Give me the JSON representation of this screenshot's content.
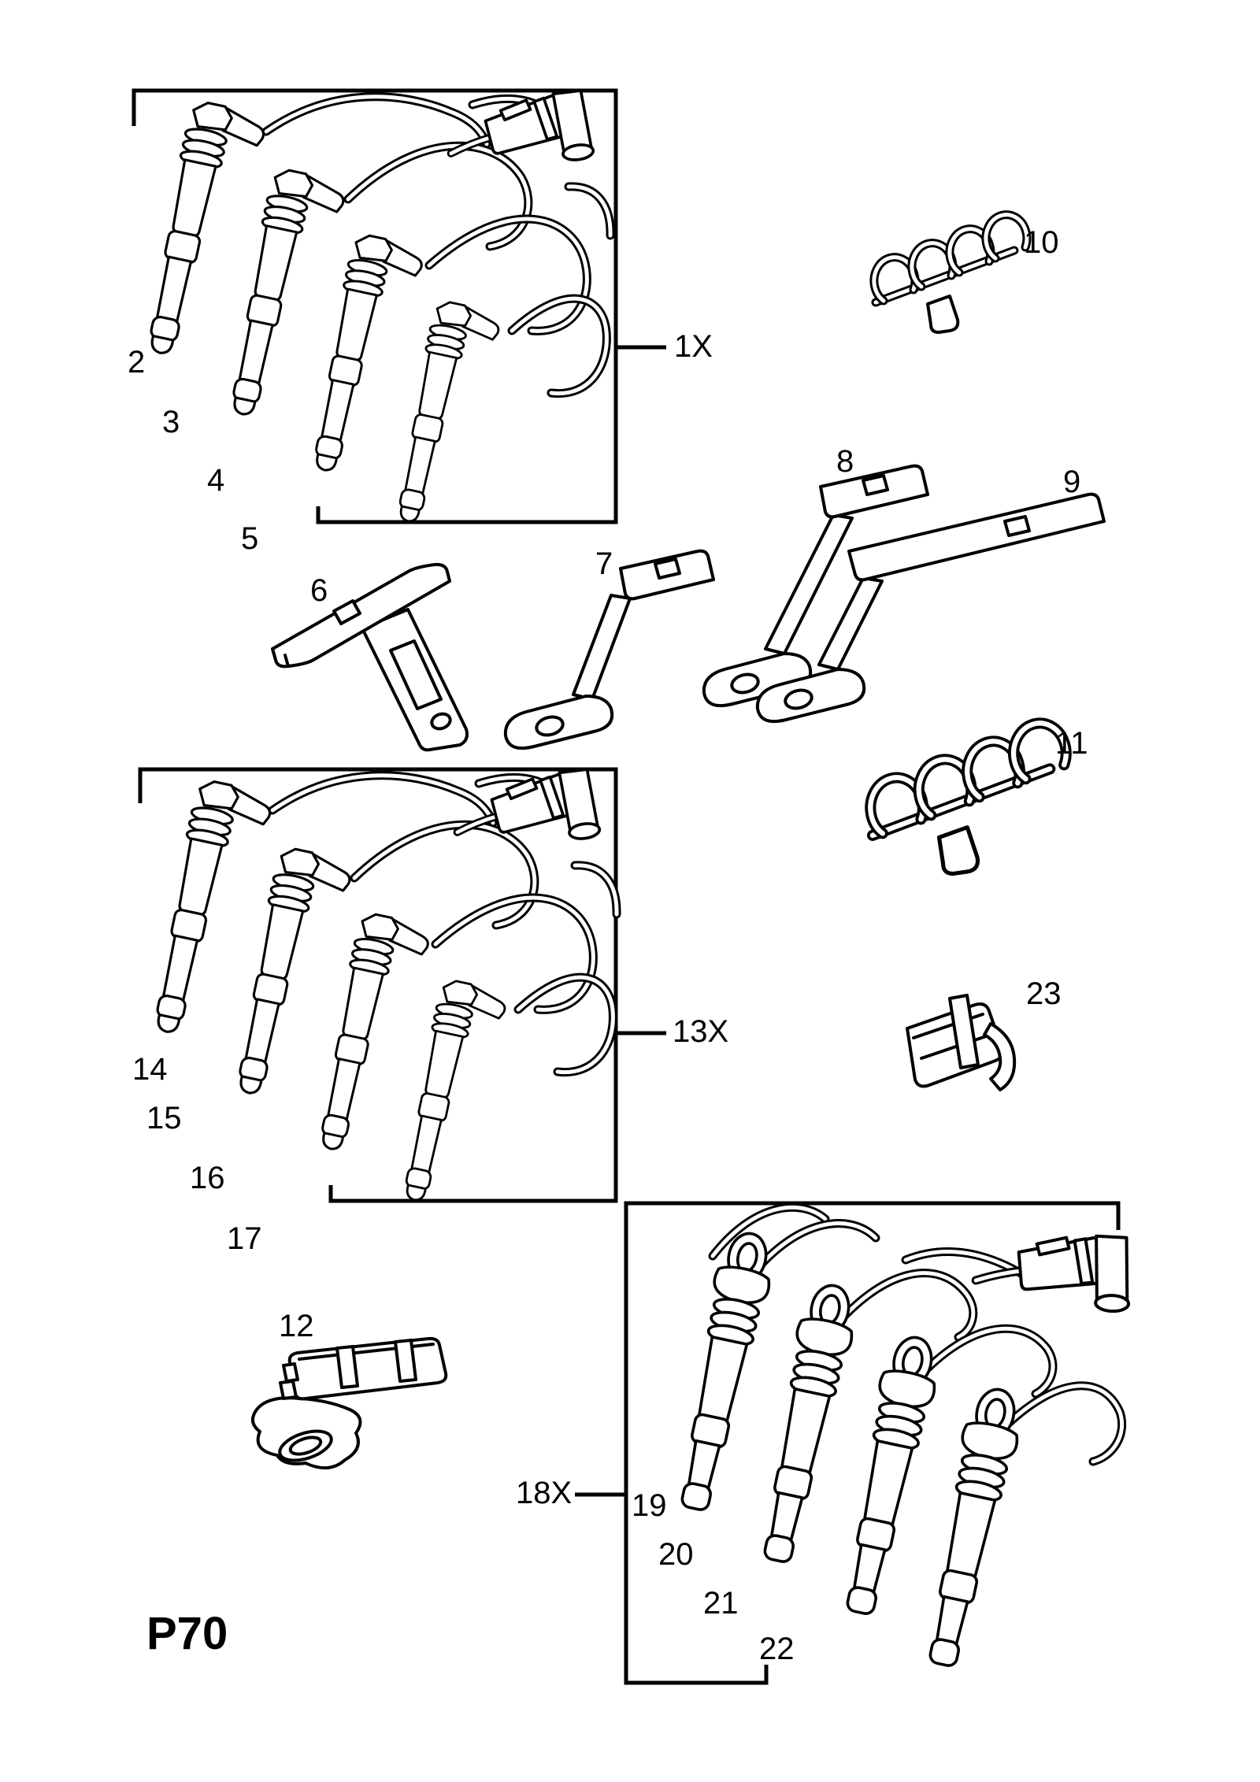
{
  "page": {
    "code": "P70"
  },
  "figure": {
    "callouts": {
      "wire_set_top": "1X",
      "wire_set_middle": "13X",
      "coil_set_bottom": "18X"
    },
    "part_labels": {
      "p2": "2",
      "p3": "3",
      "p4": "4",
      "p5": "5",
      "p6": "6",
      "p7": "7",
      "p8": "8",
      "p9": "9",
      "p10": "10",
      "p11": "11",
      "p12": "12",
      "p14": "14",
      "p15": "15",
      "p16": "16",
      "p17": "17",
      "p19": "19",
      "p20": "20",
      "p21": "21",
      "p22": "22",
      "p23": "23"
    },
    "colors": {
      "line": "#000000",
      "background": "#ffffff"
    }
  }
}
